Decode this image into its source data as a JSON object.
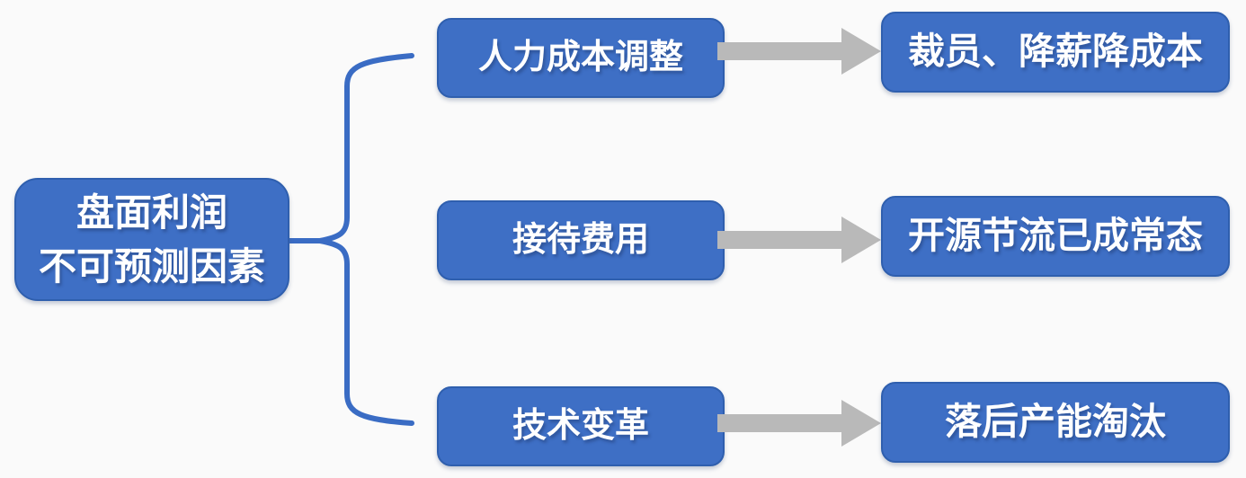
{
  "diagram": {
    "colors": {
      "bg": "#fafafa",
      "node_fill": "#3e6fc5",
      "node_border": "#2f5fae",
      "node_text": "#ffffff",
      "connector": "#3a6cc4",
      "arrow": "#b9b9b9"
    },
    "root": {
      "line1": "盘面利润",
      "line2": "不可预测因素"
    },
    "rows": [
      {
        "cause": "人力成本调整",
        "effect": "裁员、降薪降成本"
      },
      {
        "cause": "接待费用",
        "effect": "开源节流已成常态"
      },
      {
        "cause": "技术变革",
        "effect": "落后产能淘汰"
      }
    ]
  }
}
